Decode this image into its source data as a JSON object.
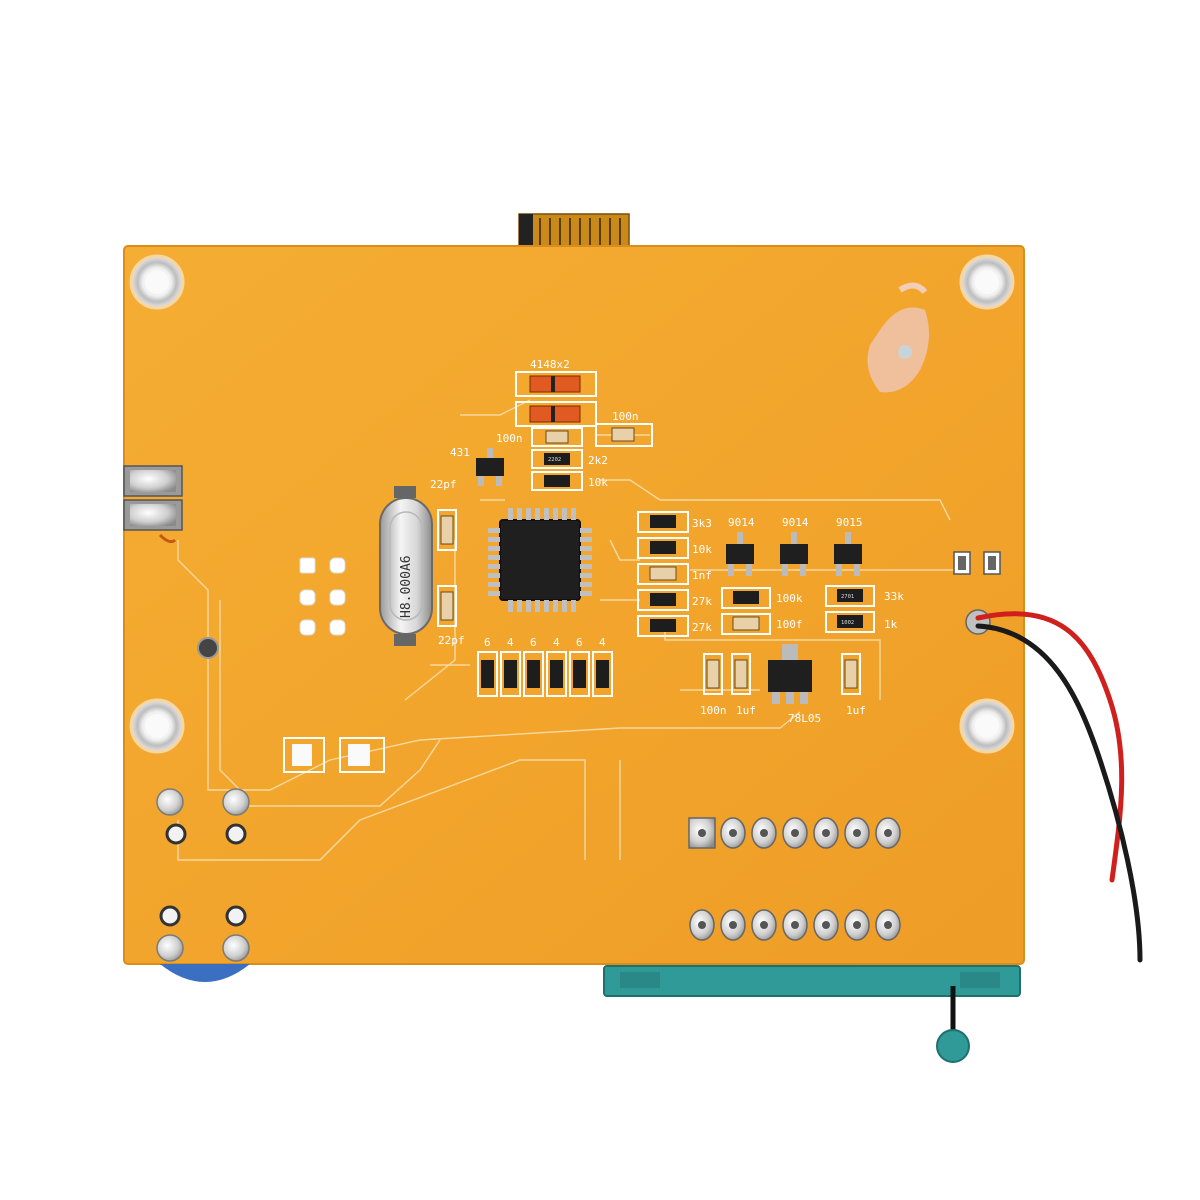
{
  "board": {
    "diode_label": "4148x2",
    "cap_labels": [
      "100n",
      "100n"
    ],
    "ref_label": "431",
    "res_2k2": "2k2",
    "res_10k_top": "10k",
    "crystal_cap_top": "22pf",
    "crystal_cap_bottom": "22pf",
    "crystal_marking": "H8.000A6",
    "resistor_row_labels": [
      "6",
      "4",
      "6",
      "4",
      "6",
      "4"
    ],
    "right_col_labels": [
      "3k3",
      "10k",
      "1nf",
      "27k",
      "27k"
    ],
    "transistors": [
      "9014",
      "9014",
      "9015"
    ],
    "mid_labels": [
      "100k",
      "100f"
    ],
    "far_labels": [
      "33k",
      "1k"
    ],
    "bottom_labels": [
      "100n",
      "1uf",
      "78L05",
      "1uf"
    ],
    "resistor_code_a": "2202",
    "resistor_code_b": "1002",
    "resistor_code_c": "2701"
  },
  "colors": {
    "pcb": "#f2a72e",
    "silkscreen": "#ffffff",
    "chip": "#1f1f1f",
    "socket": "#2f9a98",
    "flex_cable": "#c98a1a",
    "wire_red": "#d0201e",
    "wire_black": "#1a1a1a",
    "pad": "#d9d9d9"
  }
}
